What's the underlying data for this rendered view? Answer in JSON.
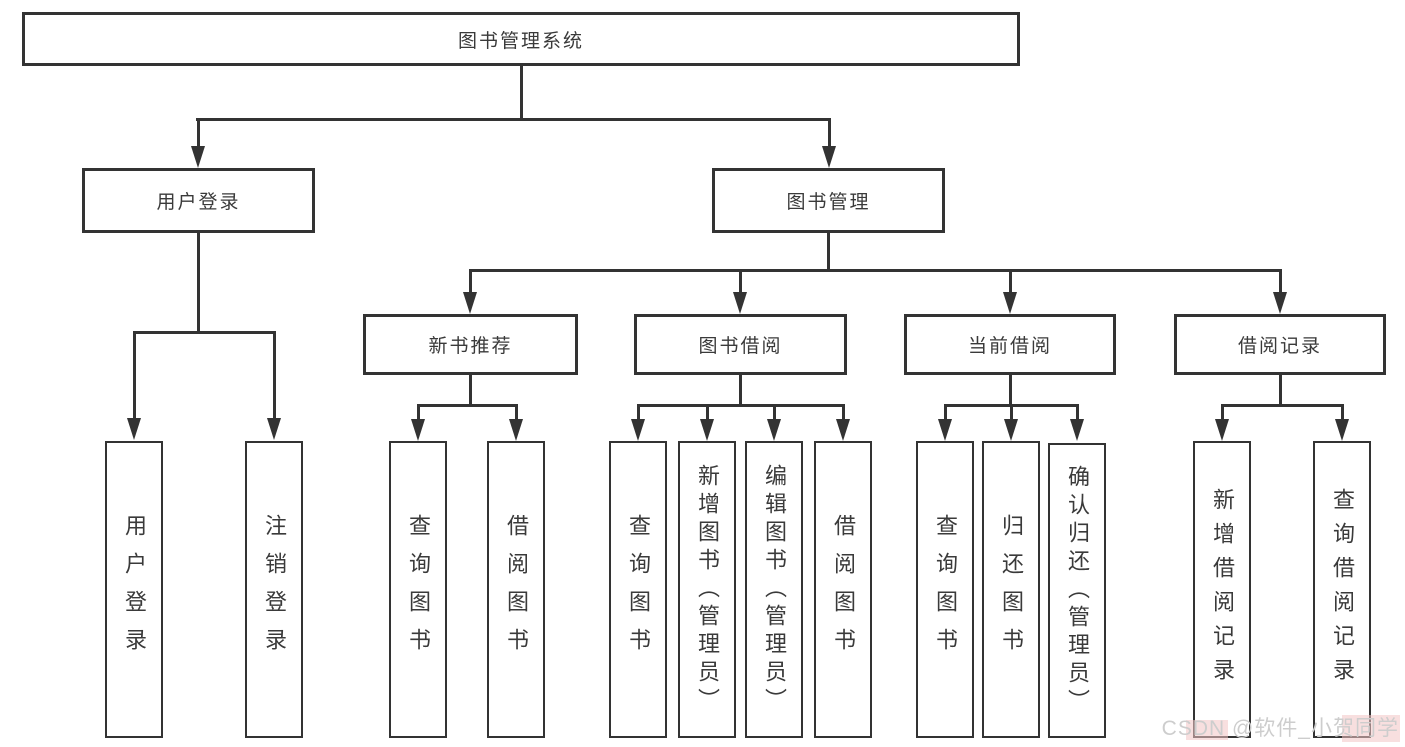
{
  "root": {
    "label": "图书管理系统"
  },
  "level2": {
    "user_login": {
      "label": "用户登录"
    },
    "book_mgmt": {
      "label": "图书管理"
    }
  },
  "level3": {
    "new_book_rec": {
      "label": "新书推荐"
    },
    "book_borrow": {
      "label": "图书借阅"
    },
    "current_borrow": {
      "label": "当前借阅"
    },
    "borrow_records": {
      "label": "借阅记录"
    }
  },
  "leaves": {
    "user_login_leaf": {
      "label": "用户登录"
    },
    "logout": {
      "label": "注销登录"
    },
    "rec_query_books": {
      "label": "查询图书"
    },
    "rec_borrow_books": {
      "label": "借阅图书"
    },
    "borrow_query_books": {
      "label": "查询图书"
    },
    "borrow_add_books": {
      "label": "新增图书（管理员）"
    },
    "borrow_edit_books": {
      "label": "编辑图书（管理员）"
    },
    "borrow_borrow_books": {
      "label": "借阅图书"
    },
    "current_query_books": {
      "label": "查询图书"
    },
    "current_return_books": {
      "label": "归还图书"
    },
    "current_confirm_return": {
      "label": "确认归还（管理员）"
    },
    "records_add_record": {
      "label": "新增借阅记录"
    },
    "records_query_record": {
      "label": "查询借阅记录"
    }
  },
  "watermark": {
    "text": "CSDN @软件_小贺同学"
  },
  "colors": {
    "line": "#333333",
    "box_text": "#3a3a3a",
    "watermark_text": "#cdcdcd",
    "watermark_highlight": "#f3c5c5"
  }
}
